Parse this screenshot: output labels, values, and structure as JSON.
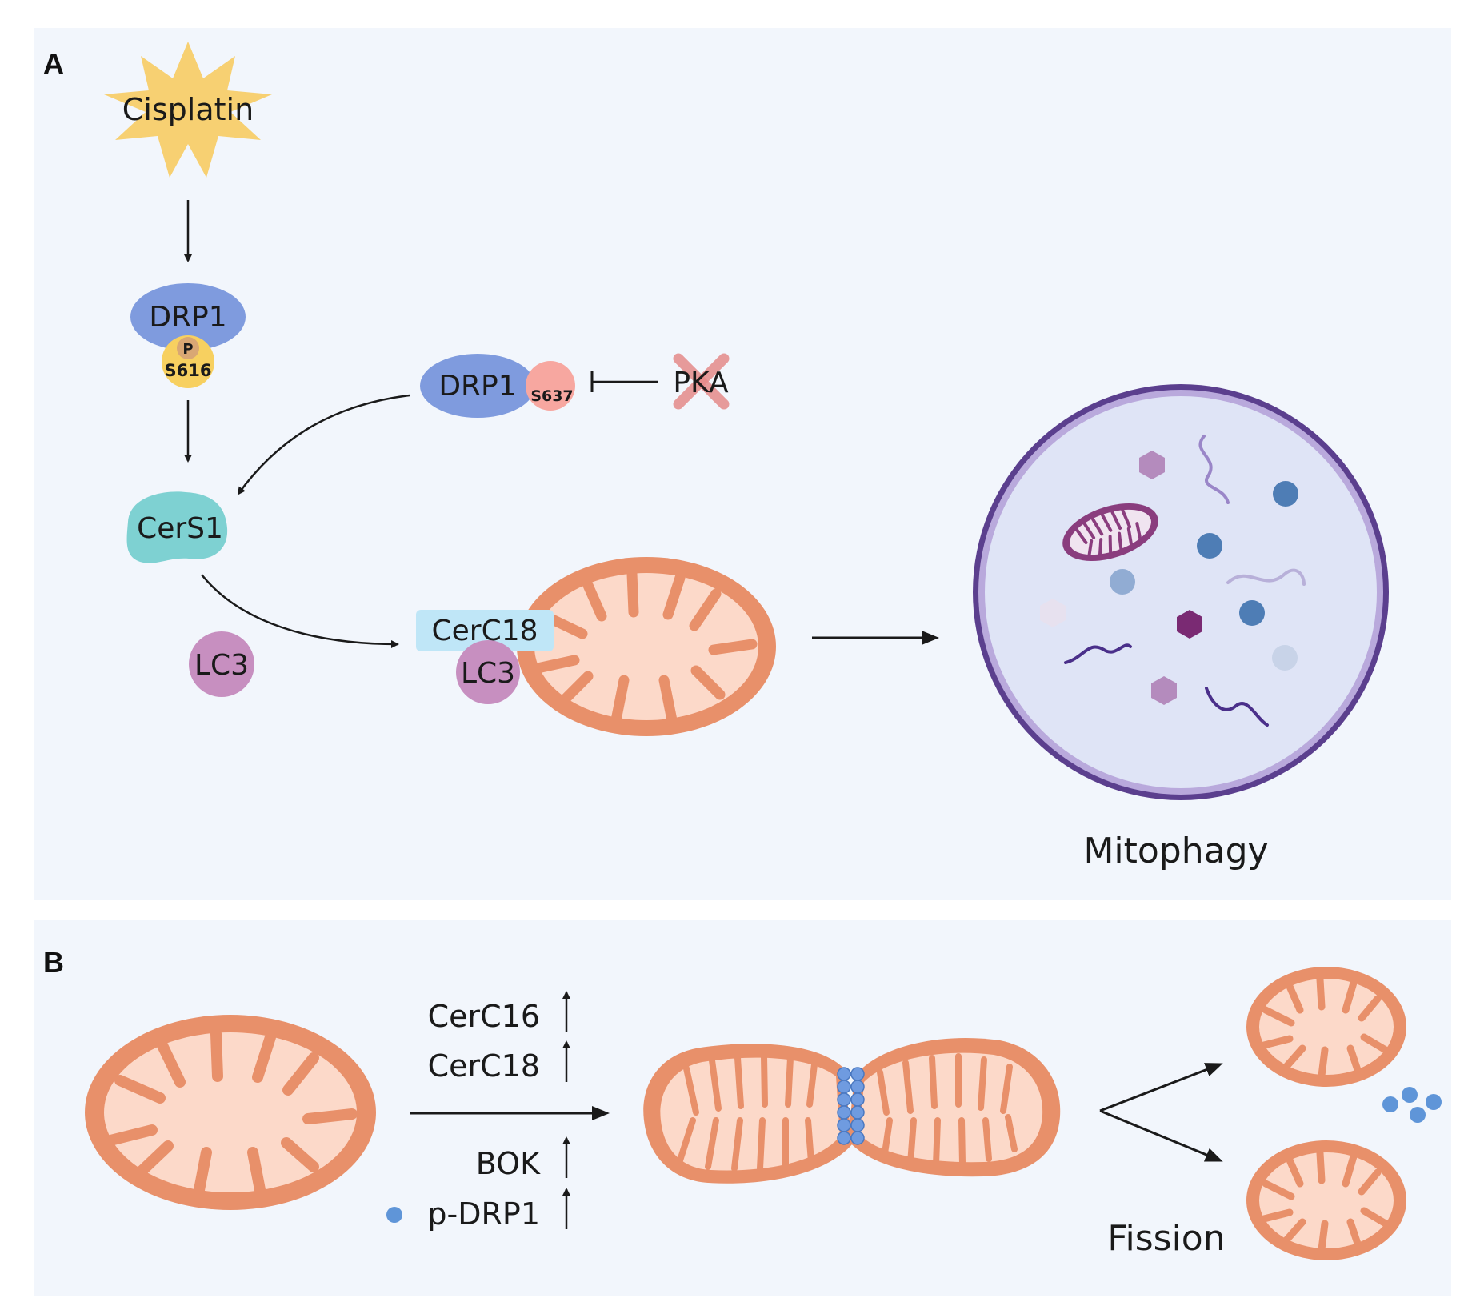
{
  "panel_a": {
    "letter": "A",
    "cisplatin": "Cisplatin",
    "drp1_top": "DRP1",
    "phospho_p": "P",
    "s616": "S616",
    "drp1_mid": "DRP1",
    "s637": "S637",
    "pka": "PKA",
    "cers1": "CerS1",
    "lc3_free": "LC3",
    "cerc18": "CerC18",
    "lc3_bound": "LC3",
    "mitophagy": "Mitophagy"
  },
  "panel_b": {
    "letter": "B",
    "cerc16": "CerC16",
    "cerc18": "CerC18",
    "bok": "BOK",
    "pdrp1": "p-DRP1",
    "fission": "Fission"
  },
  "colors": {
    "panel_bg": "#f2f6fc",
    "mito_outer": "#e8906a",
    "mito_inner": "#fcd9c9",
    "drp1": "#7f9bde",
    "cers1": "#7ed1d2",
    "lc3": "#c78fc0",
    "cerc18_box": "#bfe6f7",
    "s637": "#f7a7a0",
    "phospho": "#f7d060",
    "cisplatin": "#f7d072",
    "lysosome_ring": "#5b3f8e",
    "lysosome_fill": "#dfe4f6",
    "pdrp1_dot": "#5f95d8",
    "pka_cross": "#e58a8a"
  }
}
